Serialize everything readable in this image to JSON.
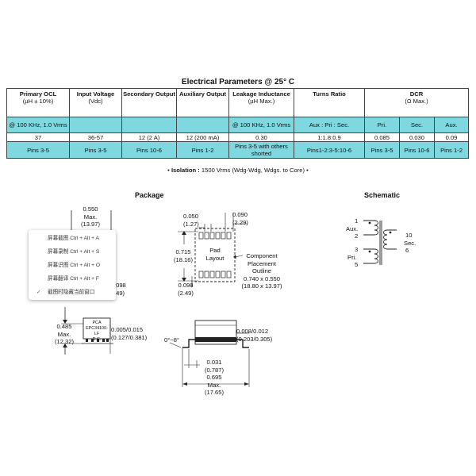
{
  "title": "Electrical Parameters @ 25° C",
  "table": {
    "headers": [
      {
        "main": "Primary OCL",
        "sub": "(µH ± 10%)"
      },
      {
        "main": "Input Voltage",
        "sub": "(Vdc)"
      },
      {
        "main": "Secondary Output",
        "sub": ""
      },
      {
        "main": "Auxiliary Output",
        "sub": ""
      },
      {
        "main": "Leakage Inductance",
        "sub": "(µH Max.)"
      },
      {
        "main": "Turns Ratio",
        "sub": ""
      },
      {
        "main": "DCR",
        "sub": "(Ω Max.)"
      }
    ],
    "conditions": {
      "ocl": "@ 100 KHz, 1.0 Vrms",
      "leakage": "@ 100 KHz, 1.0 Vrms",
      "turns": "Aux : Pri : Sec.",
      "dcr_pri": "Pri.",
      "dcr_sec": "Sec.",
      "dcr_aux": "Aux."
    },
    "values": {
      "ocl": "37",
      "input_voltage": "36-57",
      "secondary": "12  (2 A)",
      "auxiliary": "12 (200 mA)",
      "leakage": "0.30",
      "turns": "1:1.8:0.9",
      "dcr_pri": "0.085",
      "dcr_sec": "0.030",
      "dcr_aux": "0.09"
    },
    "pins": {
      "ocl": "Pins 3-5",
      "input_voltage": "Pins 3-5",
      "secondary": "Pins 10-6",
      "auxiliary": "Pins 1-2",
      "leakage": "Pins 3-5 with others shorted",
      "turns": "Pins1-2:3-5:10-6",
      "dcr_pri": "Pins 3-5",
      "dcr_sec": "Pins 10-6",
      "dcr_aux": "Pins 1-2"
    }
  },
  "isolation": {
    "label": "Isolation :",
    "text": "1500 Vrms (Wdg-Wdg, Wdgs. to Core)"
  },
  "package": {
    "heading": "Package",
    "width_in": "0.550",
    "width_max": "Max.",
    "width_mm": "(13.97)",
    "partial_dim_in": ".098",
    ".partial_dim_mm": "",
    "partial_dim_mm": ".49)",
    "height_in": "0.485",
    "height_max": "Max.",
    "height_mm": "(12.32)",
    "label_line1": "PCA",
    "label_line2": "EPC34100-LF",
    "label_line3": "D.C.",
    "lead_in": "0.005/0.015",
    "lead_mm": "(0.127/0.381)"
  },
  "pad": {
    "pitch_in": "0.050",
    "pitch_mm": "(1.27)",
    "pad_w_in": "0.090",
    "pad_w_mm": "(2.29)",
    "span_in": "0.715",
    "span_mm": "(18.16)",
    "label1": "Pad",
    "label2": "Layout",
    "pad_l_in": "0.098",
    "pad_l_mm": "(2.49)",
    "outline_l1": "Component",
    "outline_l2": "Placement",
    "outline_l3": "Outline",
    "outline_in": "0.740 x 0.550",
    "outline_mm": "(18.80 x 13.97)"
  },
  "side": {
    "angle": "0°~8°",
    "lead_w_in": "0.008/0.012",
    "lead_w_mm": "(0.203/0.305)",
    "foot_in": "0.031",
    "foot_mm": "(0.787)",
    "len_in": "0.695",
    "len_max": "Max.",
    "len_mm": "(17.65)"
  },
  "schematic": {
    "heading": "Schematic",
    "pin1": "1",
    "aux": "Aux.",
    "pin2": "2",
    "pin3": "3",
    "pri": "Pri.",
    "pin5": "5",
    "pin10": "10",
    "sec": "Sec.",
    "pin6": "6"
  },
  "context_menu": {
    "items": [
      {
        "label": "屏幕截图 Ctrl + Alt + A",
        "checked": ""
      },
      {
        "label": "屏幕录制 Ctrl + Alt + S",
        "checked": ""
      },
      {
        "label": "屏幕识图 Ctrl + Alt + O",
        "checked": ""
      },
      {
        "label": "屏幕翻译 Ctrl + Alt + F",
        "checked": ""
      },
      {
        "label": "截图时隐藏当前窗口",
        "checked": "✓"
      }
    ]
  }
}
